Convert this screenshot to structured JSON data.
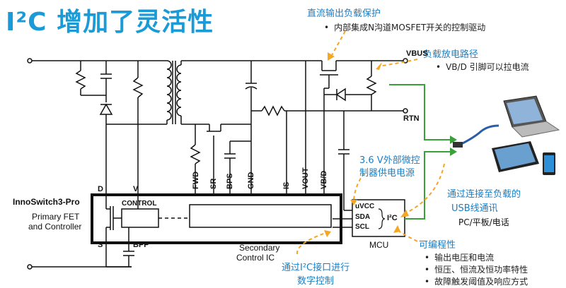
{
  "title": "I²C 增加了灵活性",
  "callouts": {
    "load_switch": {
      "heading": "直流输出负载保护",
      "bullets": [
        "内部集成N沟道MOSFET开关的控制驱动"
      ]
    },
    "discharge": {
      "heading": "负载放电路径",
      "bullets": [
        "VB/D 引脚可以拉电流"
      ]
    },
    "mcu_supply": {
      "line1": "3.6 V外部微控",
      "line2": "制器供电电源"
    },
    "usb": {
      "line1": "通过连接至负载的",
      "line2": "USB线通讯",
      "devices": "PC/平板/电话"
    },
    "programmable": {
      "heading": "可编程性",
      "bullets": [
        "输出电压和电流",
        "恒压、恒流及恒功率特性",
        "故障触发阈值及响应方式"
      ]
    },
    "i2c_control": {
      "line1": "通过I²C接口进行",
      "line2": "数字控制"
    }
  },
  "circuit": {
    "vbus": "VBUS",
    "rtn": "RTN",
    "chip_name": "InnoSwitch3-Pro",
    "primary_label_1": "Primary FET",
    "primary_label_2": "and Controller",
    "control": "CONTROL",
    "secondary_1": "Secondary",
    "secondary_2": "Control IC",
    "pin_d": "D",
    "pin_v": "V",
    "pin_s": "S",
    "pin_bpp": "BPP",
    "sec_pins": [
      "FWD",
      "SR",
      "BPS",
      "GND",
      "IS",
      "VOUT",
      "VB/D"
    ],
    "mcu_pins": [
      "uVCC",
      "SDA",
      "SCL"
    ],
    "mcu_i2c": "I²C",
    "mcu": "MCU"
  },
  "colors": {
    "accent": "#1a9bd7",
    "arrow": "#f5a623",
    "green": "#3aa13a",
    "wire": "#111111"
  }
}
